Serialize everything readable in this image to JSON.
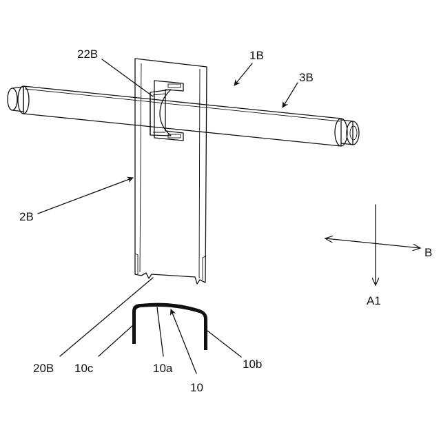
{
  "colors": {
    "ink": "#111111",
    "background": "#ffffff"
  },
  "labels": {
    "assembly": "1B",
    "rod": "3B",
    "bracket": "22B",
    "plate": "2B",
    "plate_edge": "20B",
    "clip": "10",
    "clip_top": "10a",
    "clip_leg_right": "10b",
    "clip_leg_left": "10c",
    "dir_a": "A1",
    "dir_b": "B"
  }
}
